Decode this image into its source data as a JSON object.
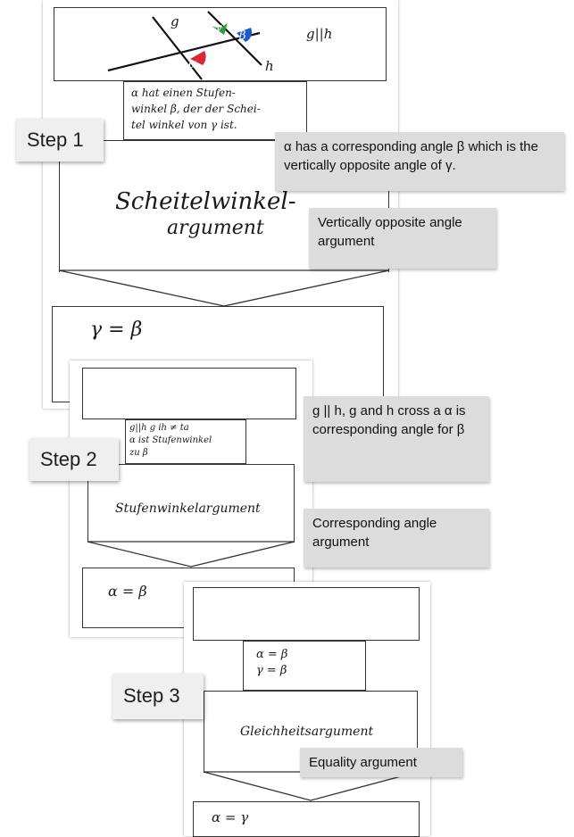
{
  "steps": {
    "step1": {
      "label": "Step 1",
      "premise_handwritten": [
        "α hat einen Stufen-",
        "winkel β, der der Schei-",
        "tel winkel von γ ist."
      ],
      "argument_handwritten": [
        "Scheitelwinkel-",
        "argument"
      ],
      "conclusion_handwritten": "γ = β",
      "premise_translation": "α has a corresponding angle β which is the vertically opposite angle of γ.",
      "argument_translation": "Vertically opposite angle argument"
    },
    "step2": {
      "label": "Step 2",
      "premise_handwritten": [
        "g||h  g ih ≠ ta",
        "α ist Stufenwinkel",
        "zu β"
      ],
      "argument_handwritten": "Stufenwinkelargument",
      "conclusion_handwritten": "α = β",
      "premise_translation": "g || h, g and h cross a α is corresponding angle for β",
      "argument_translation": "Corresponding angle argument"
    },
    "step3": {
      "label": "Step 3",
      "premise_handwritten": [
        "α = β",
        "γ = β"
      ],
      "argument_handwritten": "Gleichheitsargument",
      "conclusion_handwritten": "α = γ",
      "argument_translation": "Equality argument"
    }
  },
  "figure": {
    "line_labels": [
      "g",
      "h"
    ],
    "angle_labels": [
      "α",
      "γ",
      "β"
    ],
    "relation": "g||h",
    "colors": {
      "alpha": "#d8283a",
      "gamma": "#2f9a3c",
      "beta": "#1f58c8"
    }
  }
}
